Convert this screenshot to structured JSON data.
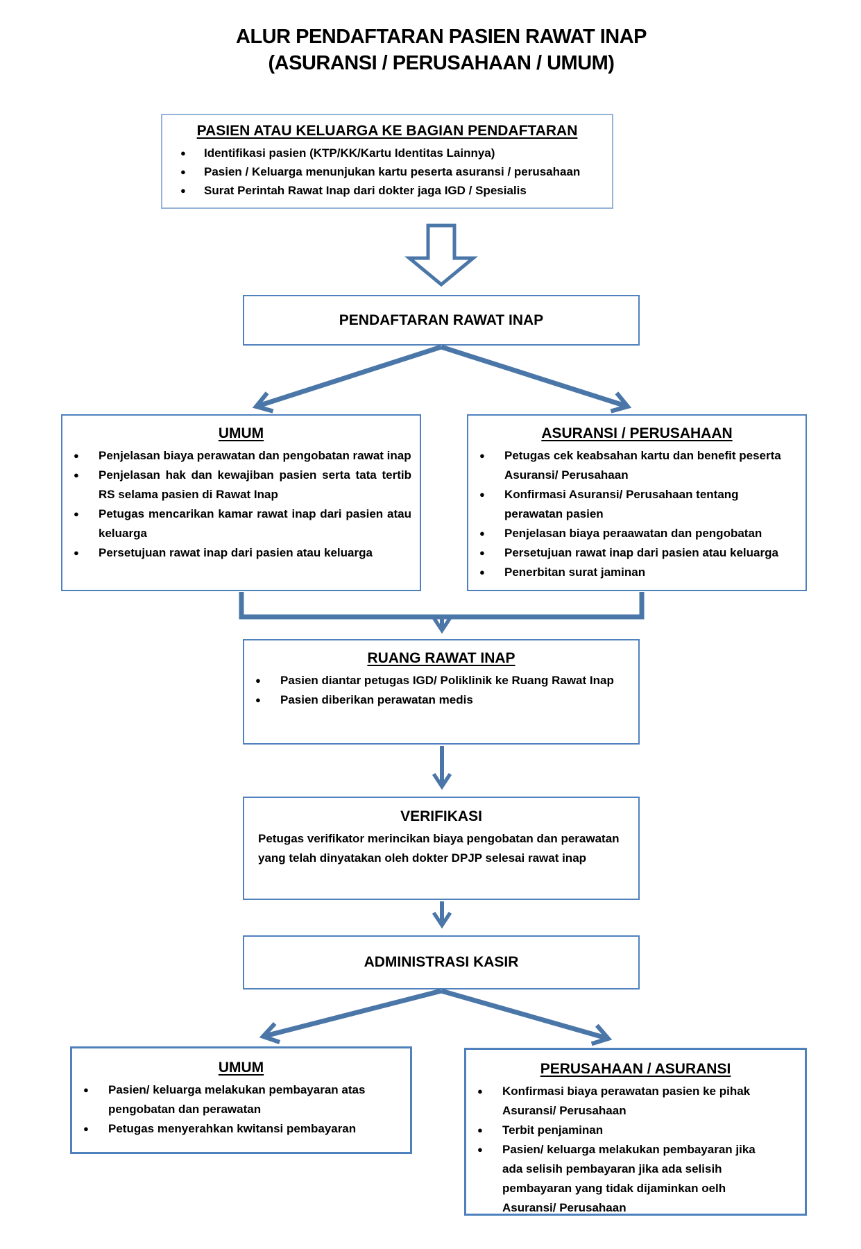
{
  "page": {
    "title_line1": "ALUR PENDAFTARAN PASIEN RAWAT INAP",
    "title_line2": "(ASURANSI / PERUSAHAAN / UMUM)"
  },
  "entry_box": {
    "heading": "PASIEN ATAU KELUARGA KE BAGIAN PENDAFTARAN",
    "bullets": [
      "Identifikasi pasien (KTP/KK/Kartu Identitas Lainnya)",
      "Pasien / Keluarga menunjukan kartu peserta asuransi / perusahaan",
      "Surat Perintah Rawat Inap dari dokter jaga IGD / Spesialis"
    ]
  },
  "pendaftaran_box": {
    "label": "PENDAFTARAN RAWAT INAP"
  },
  "umum_top_box": {
    "heading": "UMUM",
    "bullets": [
      "Penjelasan biaya perawatan dan pengobatan rawat inap",
      "Penjelasan hak dan kewajiban pasien serta tata tertib RS selama pasien di Rawat Inap",
      "Petugas mencarikan kamar rawat inap dari pasien atau keluarga",
      "Persetujuan rawat inap dari pasien atau keluarga"
    ]
  },
  "asuransi_top_box": {
    "heading": "ASURANSI / PERUSAHAAN",
    "bullets": [
      "Petugas cek keabsahan kartu dan benefit peserta Asuransi/ Perusahaan",
      "Konfirmasi Asuransi/ Perusahaan tentang perawatan pasien",
      "Penjelasan biaya peraawatan dan pengobatan",
      "Persetujuan rawat inap dari pasien atau keluarga",
      "Penerbitan surat jaminan"
    ]
  },
  "ruang_box": {
    "heading": "RUANG RAWAT INAP",
    "bullets": [
      "Pasien diantar petugas IGD/ Poliklinik ke Ruang Rawat Inap",
      "Pasien diberikan perawatan medis"
    ]
  },
  "verifikasi_box": {
    "heading": "VERIFIKASI",
    "body": "Petugas verifikator merincikan biaya pengobatan dan perawatan yang telah dinyatakan oleh dokter DPJP selesai rawat inap"
  },
  "kasir_box": {
    "label": "ADMINISTRASI KASIR"
  },
  "umum_bottom_box": {
    "heading": "UMUM",
    "bullets": [
      "Pasien/ keluarga melakukan pembayaran atas pengobatan dan perawatan",
      "Petugas menyerahkan kwitansi pembayaran"
    ]
  },
  "perusahaan_bottom_box": {
    "heading": "PERUSAHAAN / ASURANSI",
    "bullets": [
      "Konfirmasi biaya perawatan pasien ke pihak Asuransi/ Perusahaan",
      "Terbit penjaminan",
      "Pasien/ keluarga melakukan pembayaran jika ada selisih pembayaran jika ada selisih pembayaran yang tidak dijaminkan oelh Asuransi/ Perusahaan"
    ]
  },
  "colors": {
    "box-border": "#4f81bd",
    "entry-border": "#95b3d7",
    "arrow": "#4a76a8",
    "text": "#000000",
    "page-bg": "#ffffff"
  }
}
